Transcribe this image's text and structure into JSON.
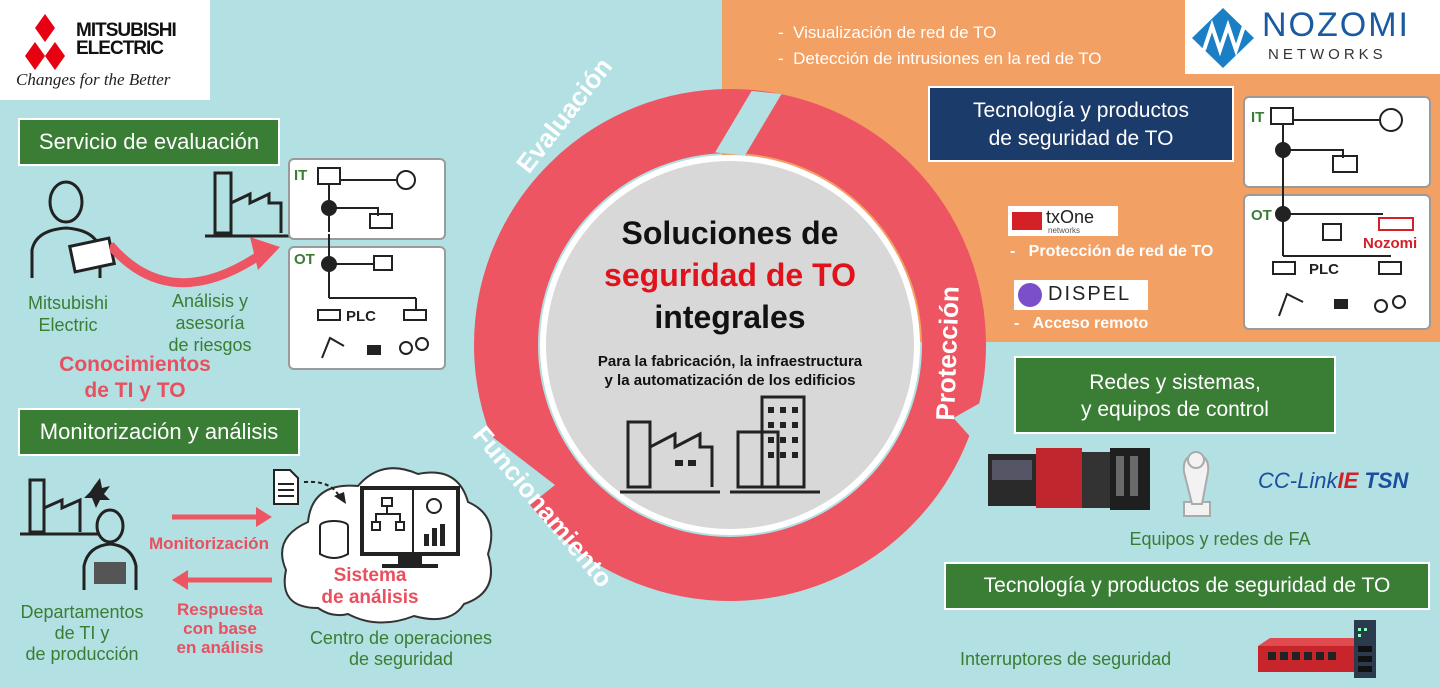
{
  "brand": {
    "mitsubishi_line1": "MITSUBISHI",
    "mitsubishi_line2": "ELECTRIC",
    "mitsubishi_tagline": "Changes for the Better",
    "nozomi_name": "NOZOMI",
    "nozomi_sub": "NETWORKS"
  },
  "center": {
    "title_line1": "Soluciones de",
    "title_line2": "seguridad de TO",
    "title_line3": "integrales",
    "subtitle_line1": "Para la fabricación, la infraestructura",
    "subtitle_line2": "y la automatización de los edificios"
  },
  "ring": {
    "evaluacion": "Evaluación",
    "proteccion": "Protección",
    "funcionamiento": "Funcionamiento"
  },
  "left_top": {
    "service_label": "Servicio de evaluación",
    "actor_line1": "Mitsubishi",
    "actor_line2": "Electric",
    "analysis_line1": "Análisis y",
    "analysis_line2": "asesoría",
    "analysis_line3": "de riesgos",
    "knowledge_line1": "Conocimientos",
    "knowledge_line2": "de TI y TO"
  },
  "network": {
    "it": "IT",
    "ot": "OT",
    "plc": "PLC",
    "nozomi_device": "Nozomi"
  },
  "left_bottom": {
    "monitor_label": "Monitorización y análisis",
    "monitorizacion": "Monitorización",
    "response_line1": "Respuesta",
    "response_line2": "con base",
    "response_line3": "en análisis",
    "dept_line1": "Departamentos",
    "dept_line2": "de TI y",
    "dept_line3": "de producción",
    "system_line1": "Sistema",
    "system_line2": "de análisis",
    "soc_line1": "Centro de operaciones",
    "soc_line2": "de seguridad"
  },
  "right_top": {
    "bullet1": "Visualización de red de TO",
    "bullet2": "Detección de intrusiones en la red de TO",
    "tech_line1": "Tecnología y productos",
    "tech_line2": "de seguridad de TO",
    "txone_name": "txOne",
    "txone_sub": "networks",
    "txone_desc": "Protección de red de TO",
    "dispel_name": "DISPEL",
    "dispel_desc": "Acceso remoto"
  },
  "right_bottom": {
    "redes_line1": "Redes y sistemas,",
    "redes_line2": "y equipos de control",
    "cclink_a": "CC-Link",
    "cclink_b": "IE",
    "cclink_c": "TSN",
    "fa_label": "Equipos y redes de FA",
    "tech_full": "Tecnología y productos de seguridad de TO",
    "switches": "Interruptores de seguridad"
  },
  "colors": {
    "teal": "#b3e0e2",
    "orange": "#f2a064",
    "green": "#3a7d35",
    "red": "#e8505f",
    "navy": "#1b3b6b"
  }
}
